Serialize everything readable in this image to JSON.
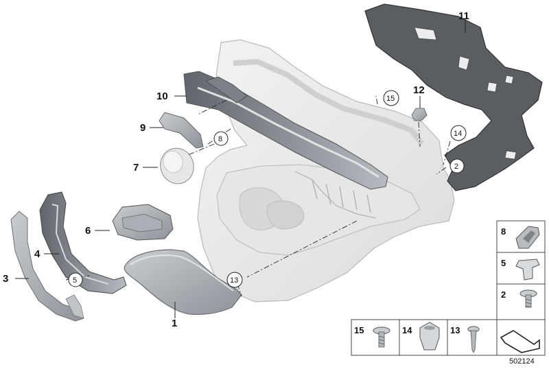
{
  "diagram": {
    "callouts": {
      "c1": "1",
      "c3": "3",
      "c4": "4",
      "c6": "6",
      "c7": "7",
      "c9": "9",
      "c10": "10",
      "c11": "11",
      "c12": "12"
    },
    "circled": {
      "r2": "2",
      "r5": "5",
      "r8": "8",
      "r13": "13",
      "r14": "14",
      "r15": "15"
    },
    "legend": {
      "l8": "8",
      "l5": "5",
      "l2": "2",
      "l15": "15",
      "l14": "14",
      "l13": "13"
    },
    "reference_number": "502124"
  }
}
